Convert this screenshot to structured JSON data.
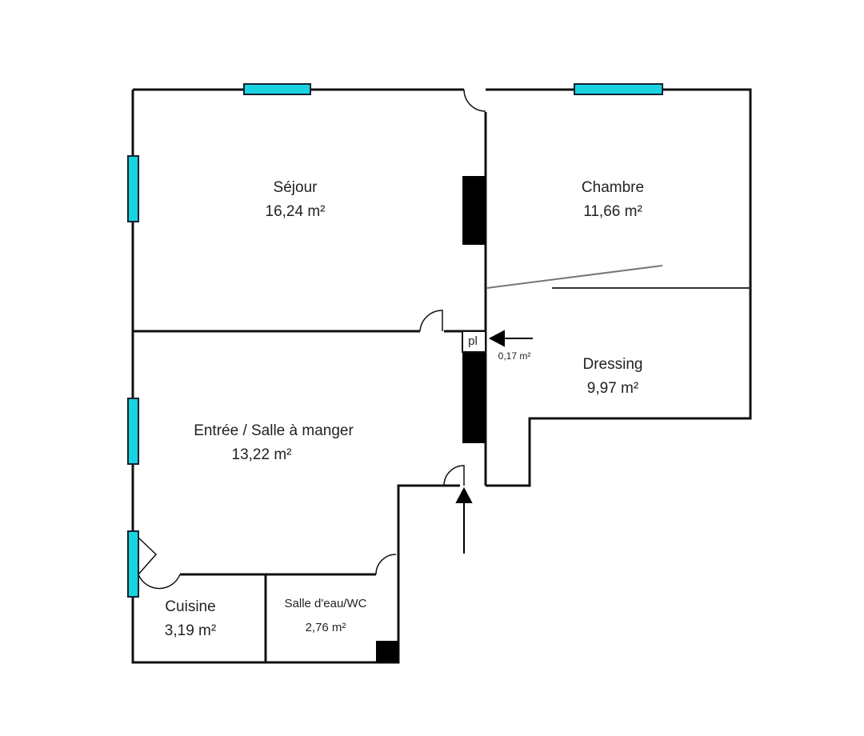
{
  "rooms": [
    {
      "name": "Séjour",
      "area": "16,24  m²"
    },
    {
      "name": "Chambre",
      "area": "11,66  m²"
    },
    {
      "name": "Dressing",
      "area": "9,97  m²"
    },
    {
      "name": "Entrée / Salle à manger",
      "area": "13,22  m²"
    },
    {
      "name": "Cuisine",
      "area": "3,19  m²"
    },
    {
      "name": "Salle d'eau/WC",
      "area": "2,76  m²"
    }
  ],
  "placard": {
    "label": "pl",
    "area": "0,17  m²"
  },
  "colors": {
    "wall": "#111111",
    "window": "#19d3e0"
  }
}
